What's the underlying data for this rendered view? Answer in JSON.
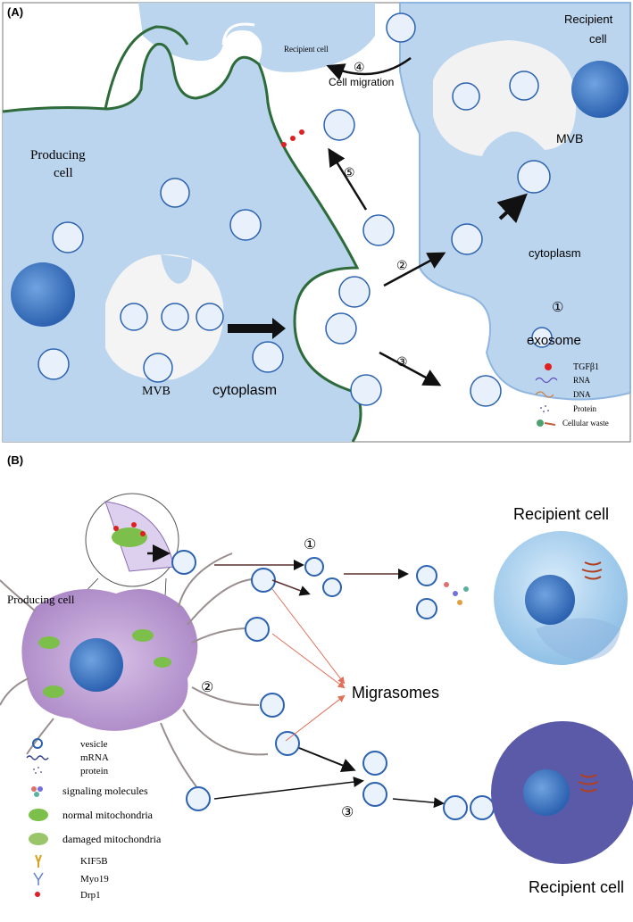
{
  "panel_a": {
    "label": "(A)",
    "producing_cell": "Producing\ncell",
    "recipient_cell_top_right": "Recipient\ncell",
    "recipient_cell_small": "Recipient cell",
    "mvb_left": "MVB",
    "mvb_right": "MVB",
    "cytoplasm_left": "cytoplasm",
    "cytoplasm_right": "cytoplasm",
    "cell_migration": "Cell migration",
    "exosome": "exosome",
    "step1": "①",
    "step2": "②",
    "step3": "③",
    "step4": "④",
    "step5": "⑤",
    "legend": [
      {
        "label": "TGFβ1",
        "icon": "red-dot-icon"
      },
      {
        "label": "RNA",
        "icon": "rna-wave-icon"
      },
      {
        "label": "DNA",
        "icon": "dna-helix-icon"
      },
      {
        "label": "Protein",
        "icon": "protein-dots-icon"
      },
      {
        "label": "Cellular waste",
        "icon": "cellular-waste-icon"
      }
    ]
  },
  "panel_b": {
    "label": "(B)",
    "producing_cell": "Producing cell",
    "recipient_cell_top": "Recipient cell",
    "recipient_cell_bottom": "Recipient cell",
    "migrasomes": "Migrasomes",
    "step1": "①",
    "step2": "②",
    "step3": "③",
    "legend": [
      {
        "label": "vesicle",
        "icon": "vesicle-icon"
      },
      {
        "label": "mRNA",
        "icon": "mrna-icon"
      },
      {
        "label": "protein",
        "icon": "protein-icon"
      },
      {
        "label": "signaling molecules",
        "icon": "signaling-molecules-icon"
      },
      {
        "label": "normal mitochondria",
        "icon": "normal-mitochondria-icon"
      },
      {
        "label": "damaged mitochondria",
        "icon": "damaged-mitochondria-icon"
      },
      {
        "label": "KIF5B",
        "icon": "kif5b-icon"
      },
      {
        "label": "Myo19",
        "icon": "myo19-icon"
      },
      {
        "label": "Drp1",
        "icon": "drp1-icon"
      }
    ]
  },
  "colors": {
    "cell_blue": "#bcd5ee",
    "cell_blue_dark": "#8fb6e0",
    "membrane_green": "#2e6b3a",
    "purple_cell": "#c7a9d9",
    "recipient_dark": "#5a5aa8",
    "arrow_red": "#e0705a"
  }
}
